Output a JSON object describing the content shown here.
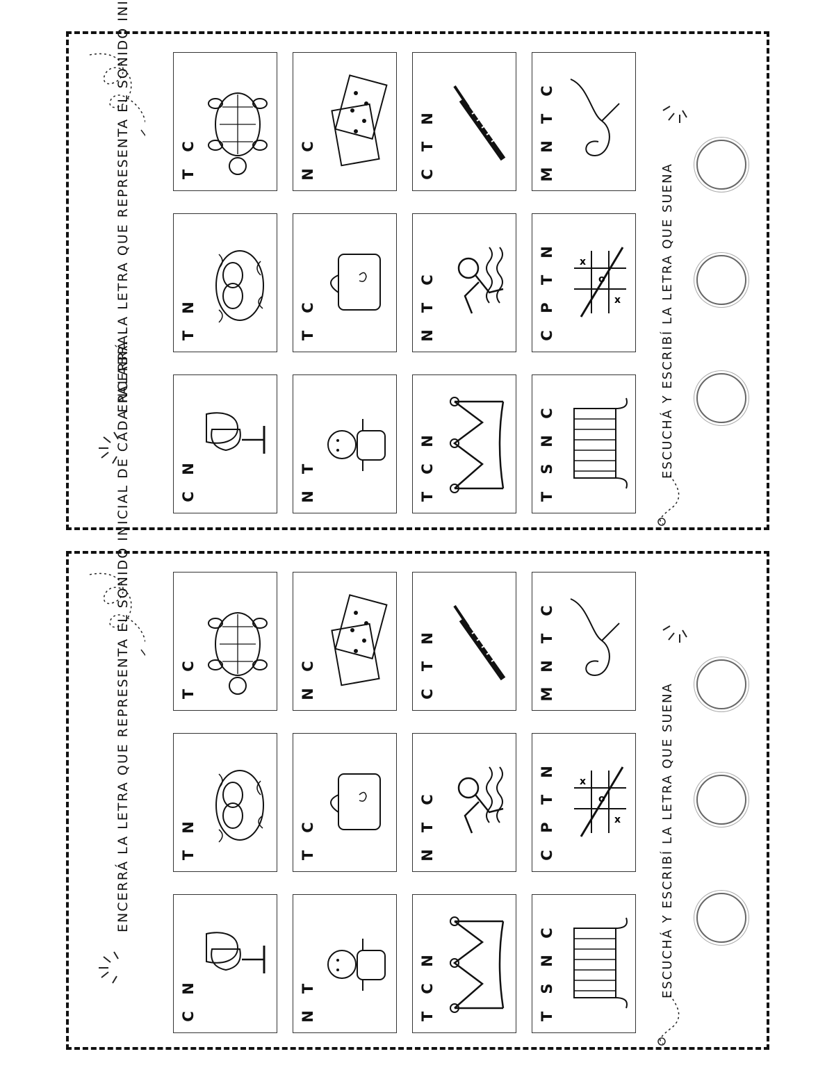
{
  "instructions": {
    "circle_task": "Encerrá la letra que representa el sonido inicial de cada palabra.",
    "write_task": "Escuchá y escribí la letra que suena"
  },
  "cards": [
    {
      "letters": [
        "T",
        "C"
      ],
      "picture": "turtle-icon"
    },
    {
      "letters": [
        "T",
        "N"
      ],
      "picture": "nest-icon"
    },
    {
      "letters": [
        "C",
        "N"
      ],
      "picture": "wine-glass-icon"
    },
    {
      "letters": [
        "N",
        "C"
      ],
      "picture": "playing-cards-icon"
    },
    {
      "letters": [
        "T",
        "C"
      ],
      "picture": "cup-icon"
    },
    {
      "letters": [
        "N",
        "T"
      ],
      "picture": "child-icon"
    },
    {
      "letters": [
        "C",
        "T",
        "N"
      ],
      "picture": "nail-icon"
    },
    {
      "letters": [
        "N",
        "T",
        "C"
      ],
      "picture": "swimmer-icon"
    },
    {
      "letters": [
        "T",
        "C",
        "N"
      ],
      "picture": "crown-icon"
    },
    {
      "letters": [
        "M",
        "N",
        "T",
        "C"
      ],
      "picture": "hook-icon"
    },
    {
      "letters": [
        "C",
        "P",
        "T",
        "N"
      ],
      "picture": "tic-tac-toe-icon"
    },
    {
      "letters": [
        "T",
        "S",
        "N",
        "C"
      ],
      "picture": "crib-icon"
    }
  ],
  "colors": {
    "ink": "#111111",
    "border": "#111111",
    "background": "#ffffff"
  }
}
